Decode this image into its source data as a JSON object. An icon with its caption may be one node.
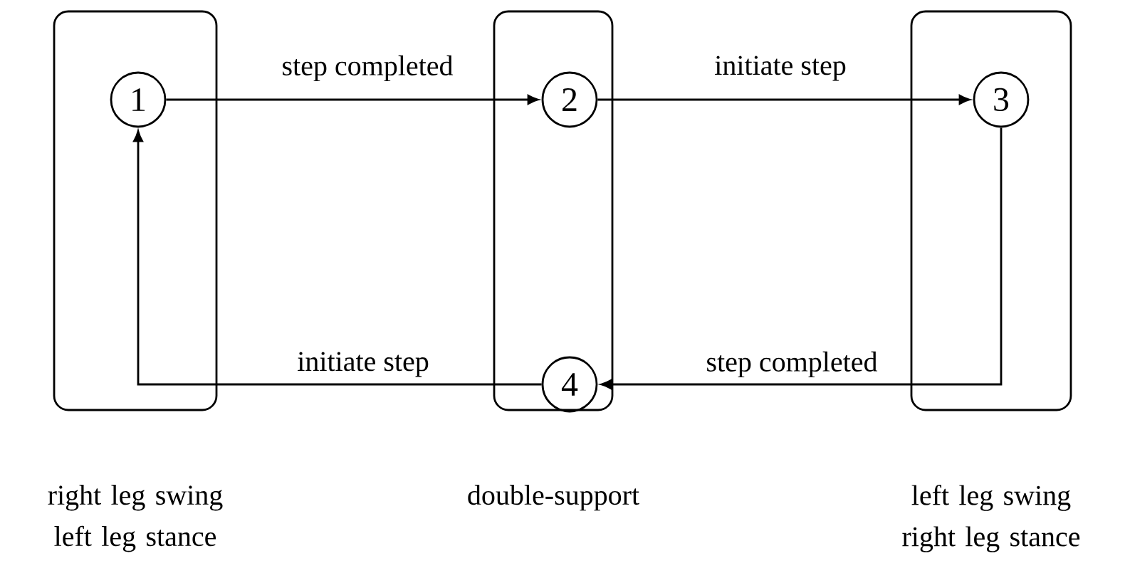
{
  "diagram": {
    "nodes": [
      {
        "text": [],
        "shape": "box",
        "beside": [
          "right leg swing left leg stance"
        ]
      },
      {
        "text": [
          "1"
        ],
        "in": 0
      },
      {
        "text": [],
        "shape": "box",
        "beside": [
          "double-support"
        ]
      },
      {
        "text": [
          "2"
        ],
        "in": 2
      },
      {
        "text": [
          "4"
        ],
        "in": 2
      },
      {
        "text": [],
        "shape": "box",
        "beside": [
          "left leg swing right leg stance"
        ]
      },
      {
        "text": [
          "3"
        ],
        "in": 5
      }
    ],
    "edges": [
      {
        "from": 1,
        "to": 3,
        "arrow": "to",
        "label": "step completed"
      },
      {
        "from": 3,
        "to": 6,
        "arrow": "to",
        "label": "initiate step"
      },
      {
        "from": 6,
        "to": 4,
        "arrow": "to",
        "label": "step completed"
      },
      {
        "from": 4,
        "to": 1,
        "arrow": "to",
        "label": "initiate step"
      }
    ]
  }
}
